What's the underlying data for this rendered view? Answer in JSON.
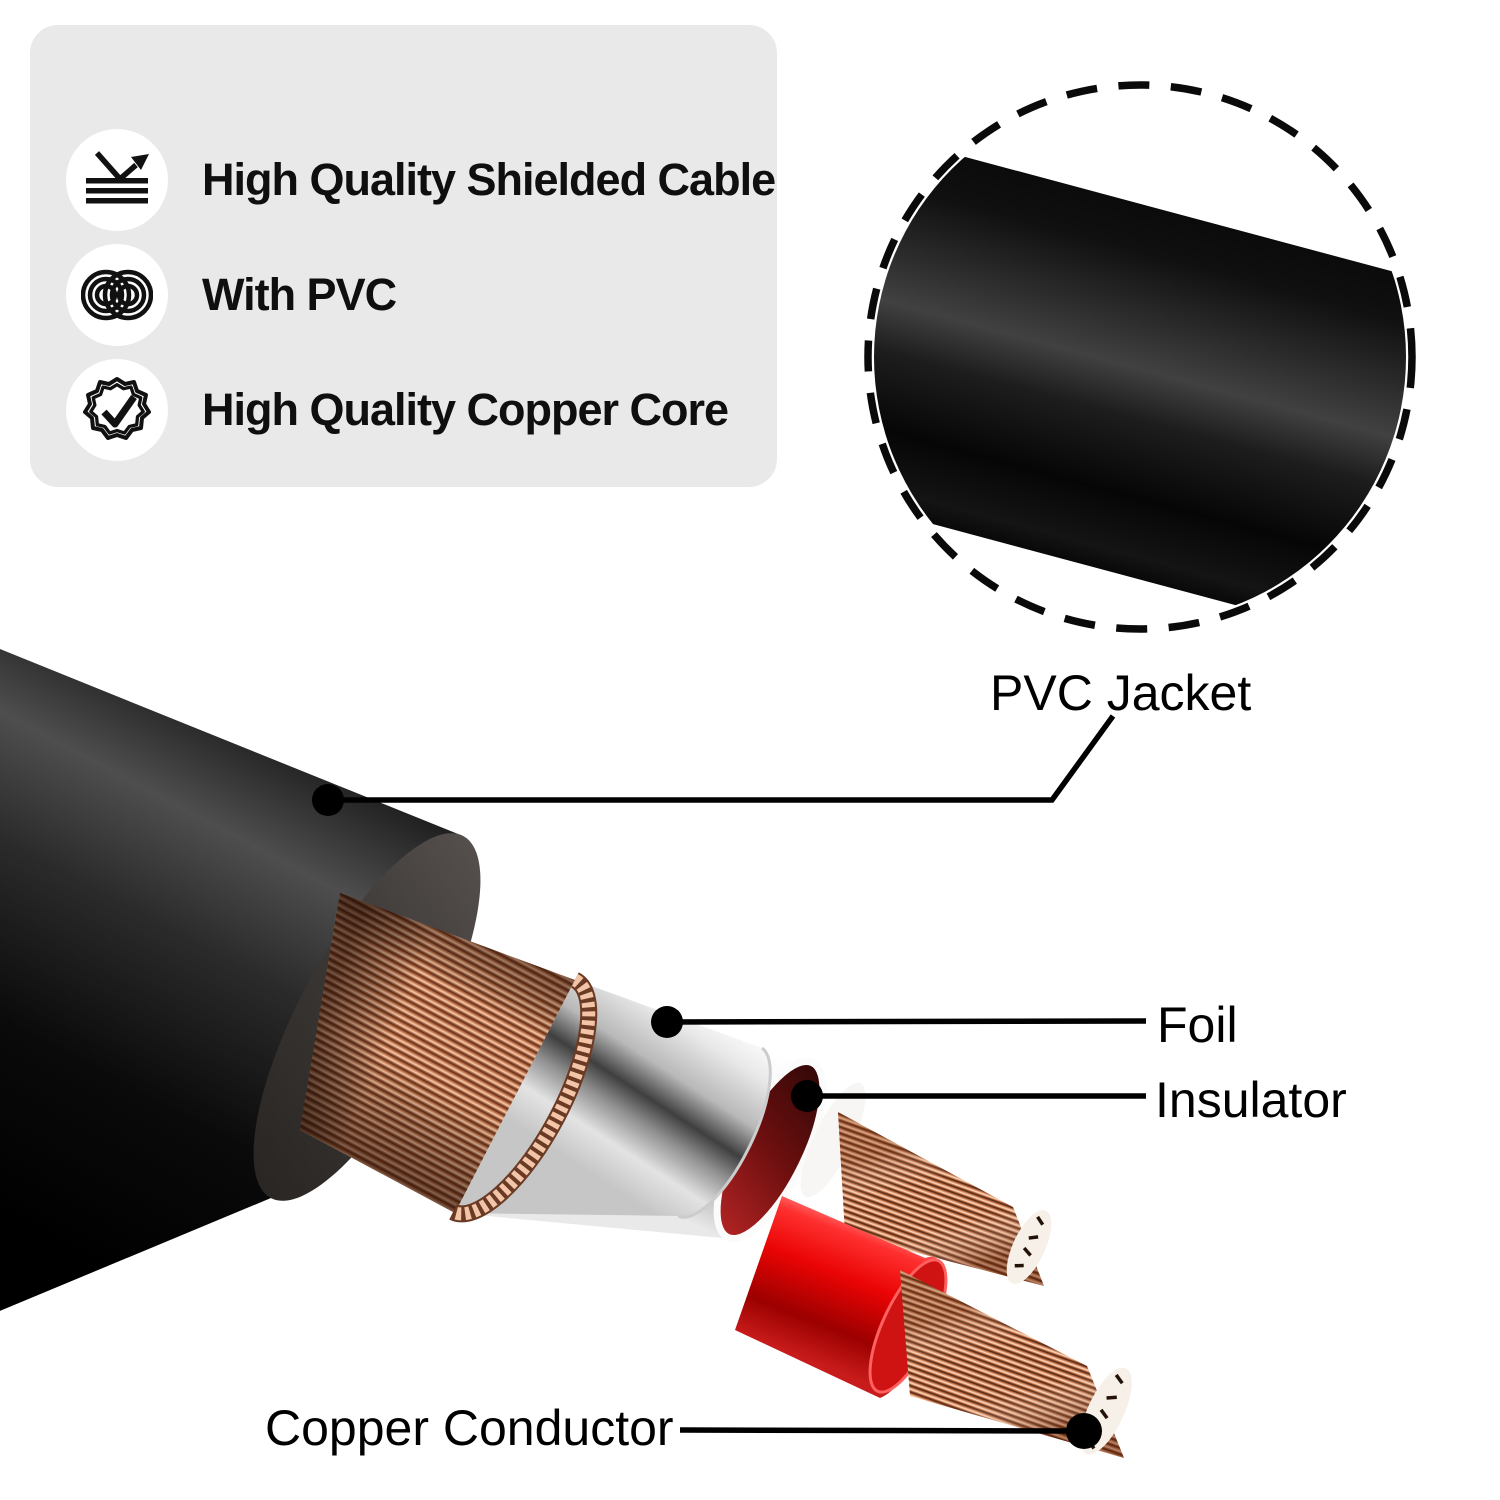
{
  "features": {
    "items": [
      {
        "icon": "bounce-arrow-icon",
        "label": "High Quality Shielded Cable"
      },
      {
        "icon": "coils-icon",
        "label": "With PVC"
      },
      {
        "icon": "shield-check-icon",
        "label": "High Quality Copper Core"
      }
    ]
  },
  "callouts": {
    "pvc_jacket": {
      "label": "PVC Jacket"
    },
    "foil": {
      "label": "Foil"
    },
    "insulator": {
      "label": "Insulator"
    },
    "copper_conductor": {
      "label": "Copper Conductor"
    }
  },
  "colors": {
    "panel_bg": "#e9e9e9",
    "jacket_black": "#0a0a0a",
    "copper_light": "#f7d0b5",
    "copper_dark": "#5f2f1d",
    "foil_silver": "#d6d6d6",
    "insulator_white": "#f5f5f5",
    "insulator_red": "#e60000",
    "label_text": "#000000"
  }
}
